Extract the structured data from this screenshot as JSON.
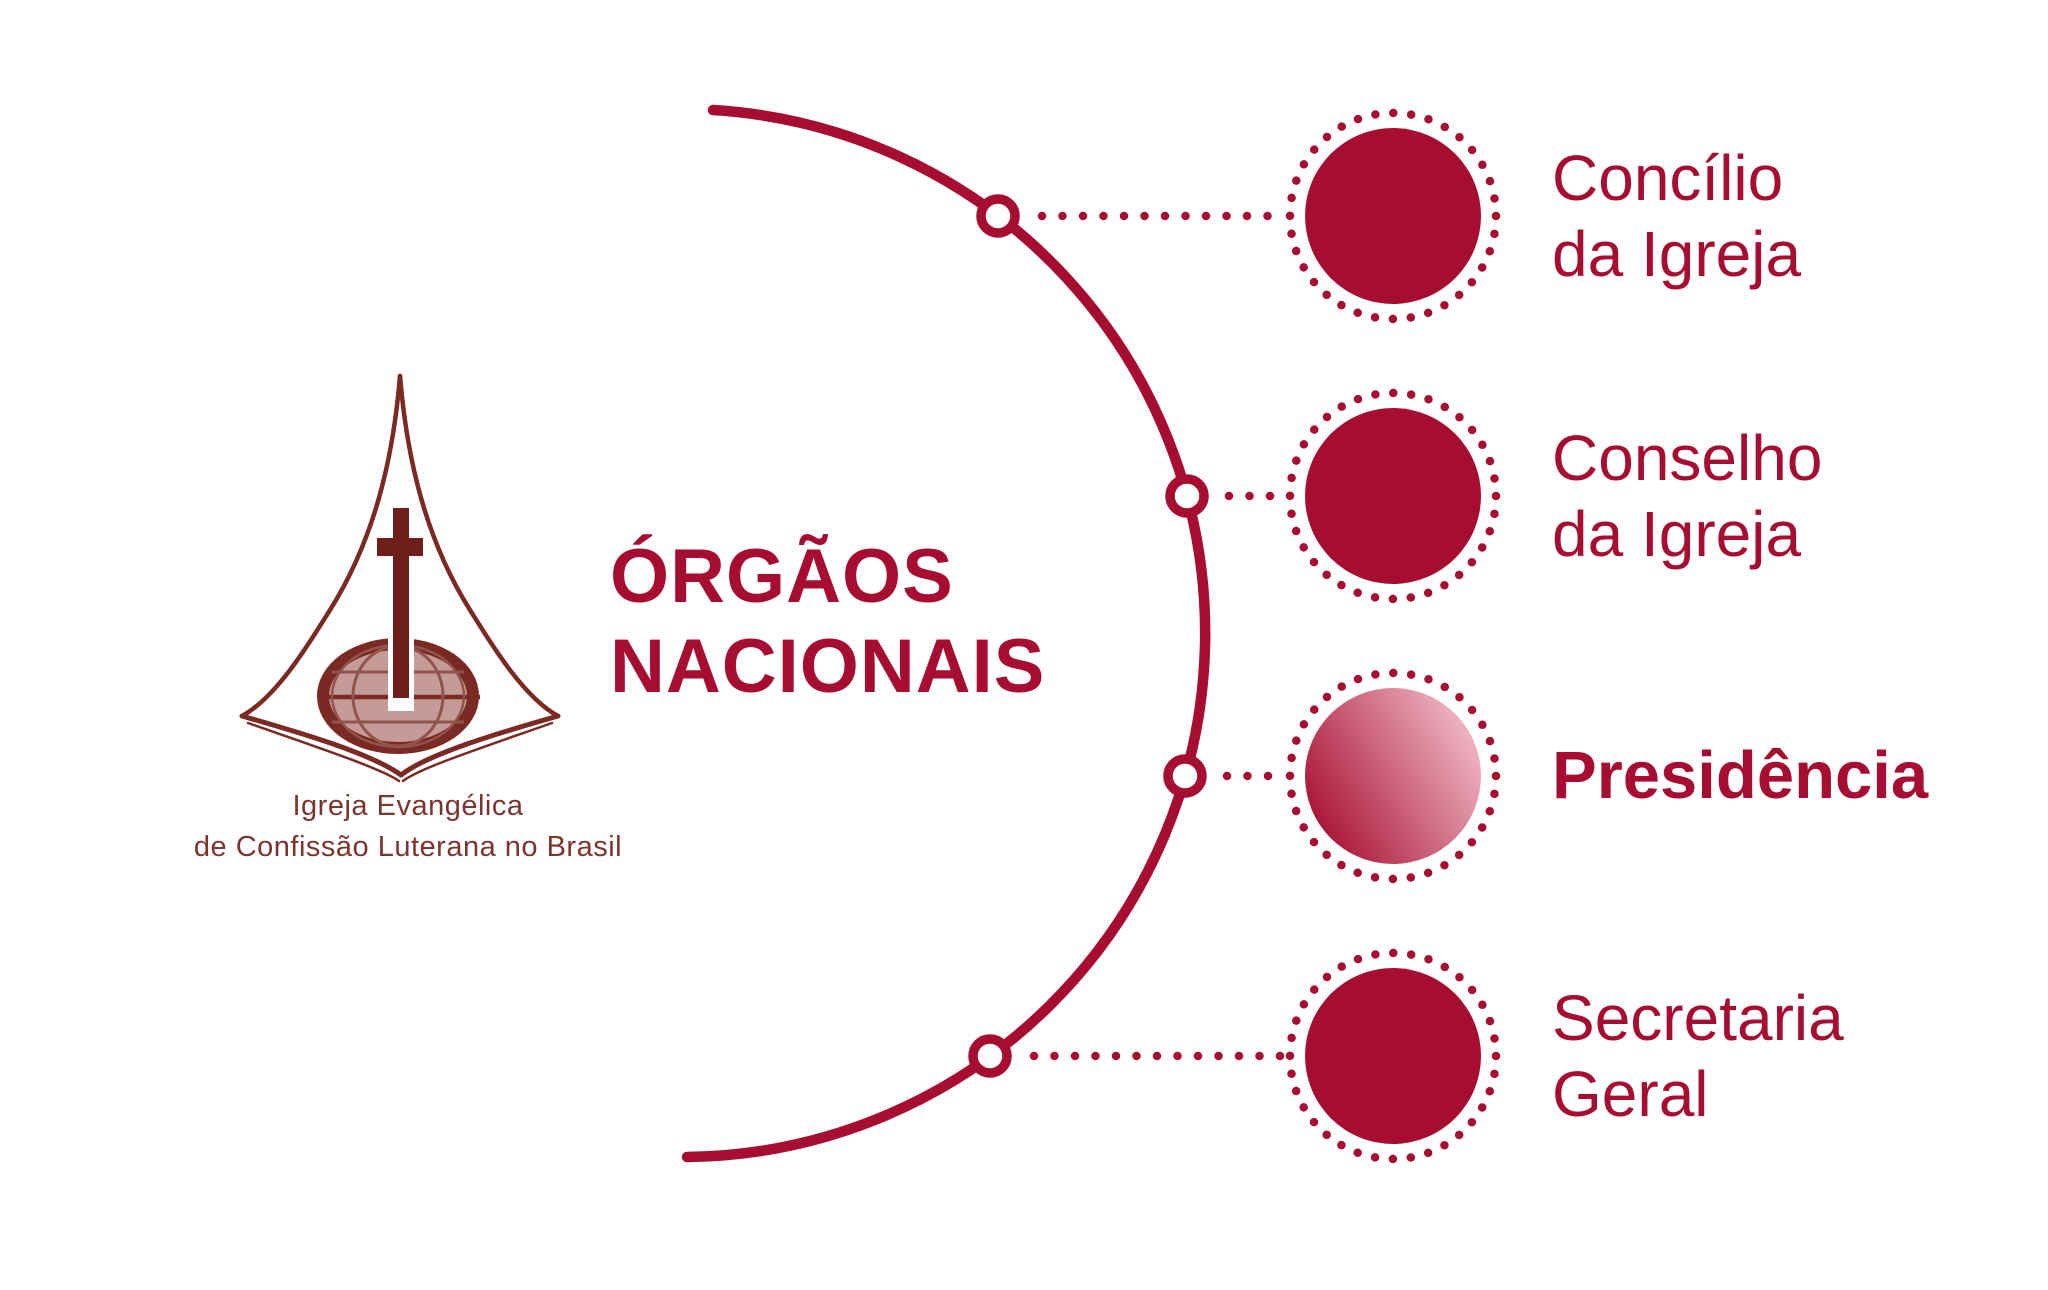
{
  "colors": {
    "background": "#FFFFFF",
    "crimson": "#A70D30",
    "crimson_light": "#F2BECB",
    "maroon": "#7A2A22",
    "maroon_dark": "#6E1F19",
    "maroon_grid": "#91544C",
    "globe_fill": "#C49B97",
    "logo_text": "#7C352E"
  },
  "logo": {
    "emblem_icon": "church-spire-cross-globe-icon",
    "caption_line1": "Igreja Evangélica",
    "caption_line2": "de Confissão Luterana no Brasil"
  },
  "title": {
    "line1": "ÓRGÃOS",
    "line2": "NACIONAIS"
  },
  "diagram": {
    "type": "radial-org-diagram",
    "items": [
      {
        "id": "concilio",
        "line1": "Concílio",
        "line2": "da Igreja",
        "emphasis": false,
        "circle_style": "solid"
      },
      {
        "id": "conselho",
        "line1": "Conselho",
        "line2": "da Igreja",
        "emphasis": false,
        "circle_style": "solid"
      },
      {
        "id": "presidencia",
        "line1": "Presidência",
        "line2": "",
        "emphasis": true,
        "circle_style": "gradient"
      },
      {
        "id": "secretaria",
        "line1": "Secretaria",
        "line2": "Geral",
        "emphasis": false,
        "circle_style": "solid"
      }
    ]
  }
}
